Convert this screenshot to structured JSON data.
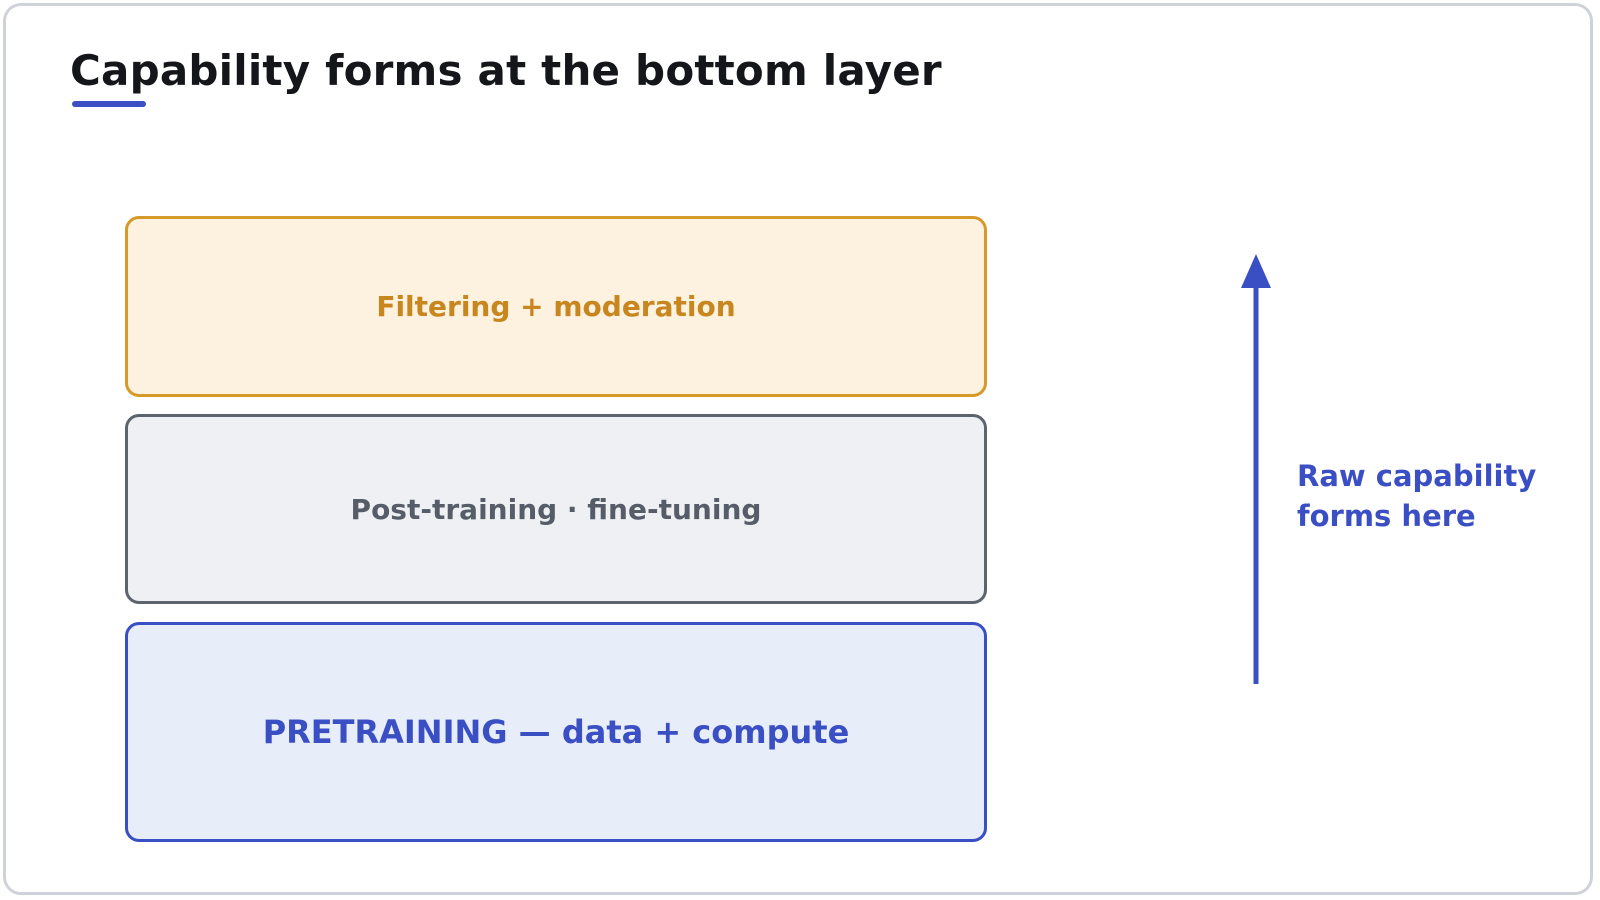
{
  "title": "Capability forms at the bottom layer",
  "layers": [
    {
      "label": "Filtering + moderation",
      "text_color": "#c8861f",
      "fill_color": "#fdf1df",
      "border_color": "#d69a2b"
    },
    {
      "label": "Post-training · fine-tuning",
      "text_color": "#565d69",
      "fill_color": "#eef0f3",
      "border_color": "#5e646e"
    },
    {
      "label": "PRETRAINING — data + compute",
      "text_color": "#3b4fc4",
      "fill_color": "#e8edfa",
      "border_color": "#3b4fc4"
    }
  ],
  "side_note": {
    "line1": "Raw capability",
    "line2": "forms here",
    "color": "#3b4fc4"
  },
  "arrow": {
    "icon": "arrow-up-icon",
    "color": "#3b4fc4"
  },
  "colors": {
    "accent": "#3b4fc4",
    "title": "#14161a",
    "frame_border": "#cfd2d8"
  }
}
